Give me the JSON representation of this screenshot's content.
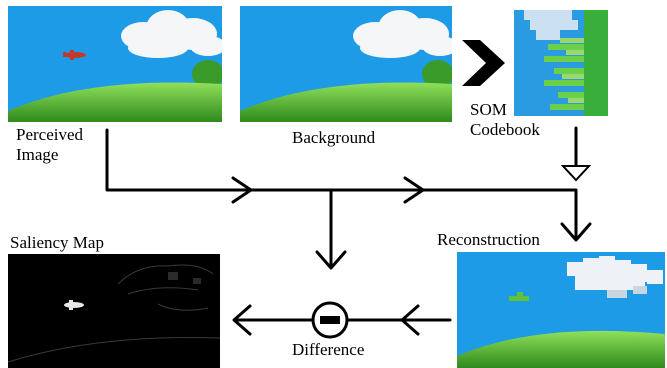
{
  "labels": {
    "perceived_line1": "Perceived",
    "perceived_line2": "Image",
    "background": "Background",
    "som_line1": "SOM",
    "som_line2": "Codebook",
    "reconstruction": "Reconstruction",
    "saliency_map": "Saliency Map",
    "difference": "Difference"
  },
  "icons": {
    "difference_operator": "minus-circle-icon",
    "encode": "chevron-right-icon"
  },
  "colors": {
    "sky": "#1e9be6",
    "grass_light": "#7fd24a",
    "grass_dark": "#2f8a1e",
    "cloud": "#f4f6f8",
    "arrow": "#000000",
    "saliency_bg": "#000000"
  }
}
